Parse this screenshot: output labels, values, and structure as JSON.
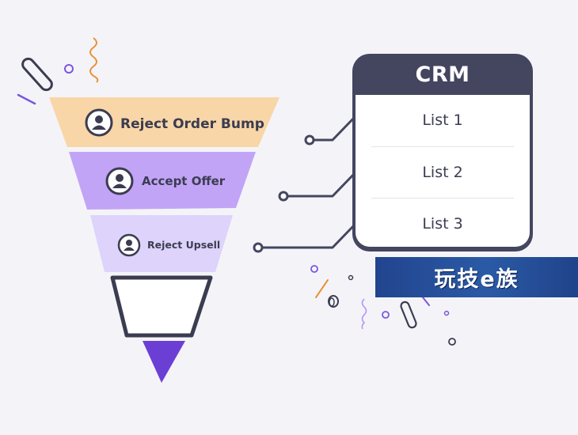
{
  "funnel": {
    "stages": [
      {
        "label": "Reject Order Bump",
        "color": "#f9d6a7"
      },
      {
        "label": "Accept Offer",
        "color": "#c2a4f7"
      },
      {
        "label": "Reject Upsell",
        "color": "#ddd3fb"
      }
    ],
    "tip_color": "#6c3fd4",
    "outline_color": "#3b3c50"
  },
  "crm": {
    "title": "CRM",
    "lists": [
      "List 1",
      "List 2",
      "List 3"
    ]
  },
  "watermark": {
    "text": "玩技e族"
  },
  "colors": {
    "accent_purple": "#7c55e0",
    "accent_orange": "#e8913a",
    "dark": "#444660"
  }
}
